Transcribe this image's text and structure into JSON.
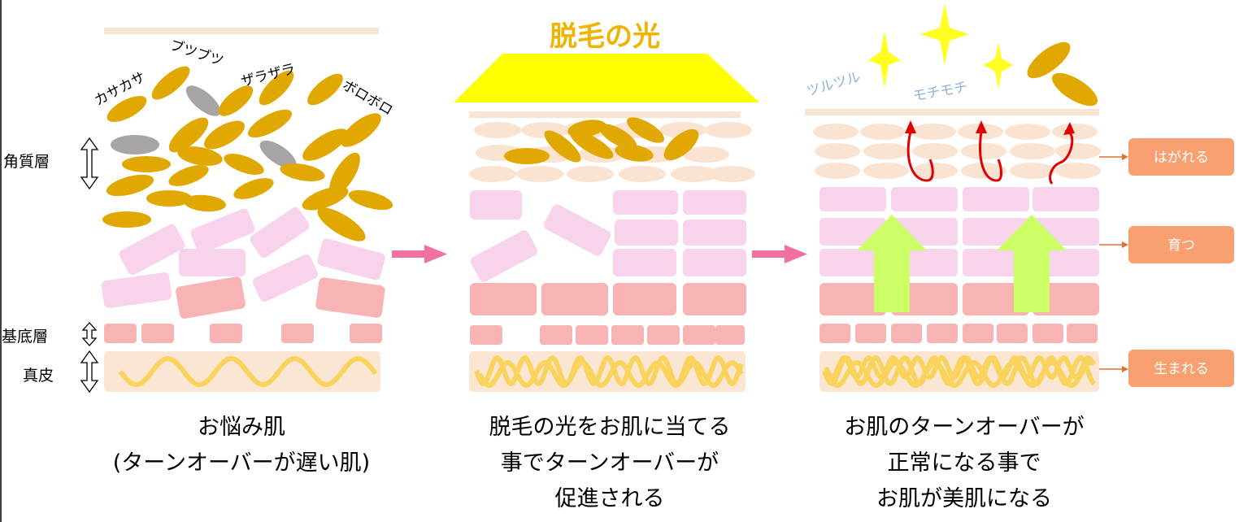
{
  "layer_labels": {
    "stratum_corneum": "角質層",
    "basal_layer": "基底層",
    "dermis": "真皮"
  },
  "panel1": {
    "textures": [
      "カサカサ",
      "ブツブツ",
      "ザラザラ",
      "ボロボロ"
    ],
    "caption": [
      "お悩み肌",
      "(ターンオーバーが遅い肌)"
    ]
  },
  "panel2": {
    "title": "脱毛の光",
    "caption": [
      "脱毛の光をお肌に当てる",
      "事でターンオーバーが",
      "促進される"
    ]
  },
  "panel3": {
    "textures": [
      "ツルツル",
      "モチモチ"
    ],
    "results": [
      "はがれる",
      "育つ",
      "生まれる"
    ],
    "caption": [
      "お肌のターンオーバーが",
      "正常になる事で",
      "お肌が美肌になる"
    ]
  },
  "colors": {
    "flake_gold": "#e0a800",
    "flake_gray": "#a8a4a4",
    "cell_pink": "#f7d3ec",
    "cell_red": "#f8b4b4",
    "flat_cell": "#fbe3d2",
    "dermis_bg": "#fbe6d4",
    "fiber": "#f9d35c",
    "light_yellow": "#ffff00",
    "arrow_pink": "#f070a0",
    "arrow_green": "#ccff66",
    "curl_red": "#e00000",
    "result_orange": "#f8a070",
    "texture_blue": "#8fb4d8",
    "sparkle": "#ffff22"
  }
}
